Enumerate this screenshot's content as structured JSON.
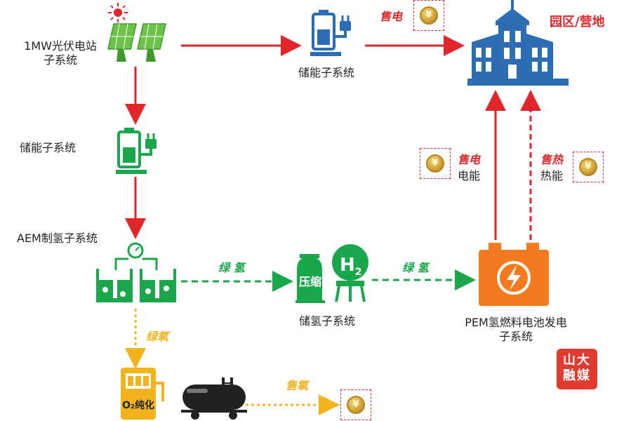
{
  "nodes": {
    "pv_station": "1MW光伏电站\n子系统",
    "storage_top": "储能子系统",
    "storage_left": "储能子系统",
    "aem": "AEM制氢子系统",
    "h2_storage": "储氢子系统",
    "pem": "PEM氢燃料电池发电\n子系统",
    "park": "园区/营地",
    "o2_purify": "O₂纯化"
  },
  "flows": {
    "sell_power_top": "售电",
    "sell_power": "售电",
    "power": "电能",
    "sell_heat": "售热",
    "heat": "热能",
    "green_h2_1": "绿 氢",
    "green_h2_2": "绿 氢",
    "green_o2": "绿氧",
    "sell_o2": "售氧"
  },
  "icons": {
    "h2_tank_text": "压缩",
    "h2_symbol": "H",
    "coin_symbol": "¥"
  },
  "logo": {
    "line1": "山大",
    "line2": "融媒"
  },
  "colors": {
    "red": "#e0262b",
    "green": "#1aa64a",
    "yellow": "#f2b31c",
    "blue": "#2c6db3",
    "orange": "#f47a20"
  }
}
